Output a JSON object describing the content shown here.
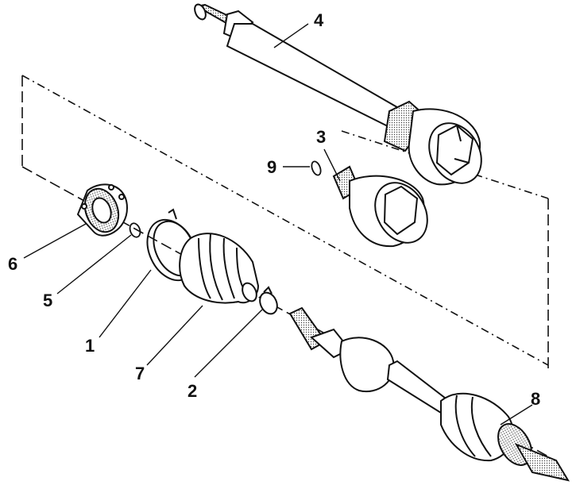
{
  "labels": {
    "part_1": "1",
    "part_2": "2",
    "part_3": "3",
    "part_4": "4",
    "part_5": "5",
    "part_6": "6",
    "part_7": "7",
    "part_8": "8",
    "part_9": "9"
  },
  "colors": {
    "ink": "#111111",
    "paper": "#ffffff",
    "shade": "#d9d9d9"
  }
}
